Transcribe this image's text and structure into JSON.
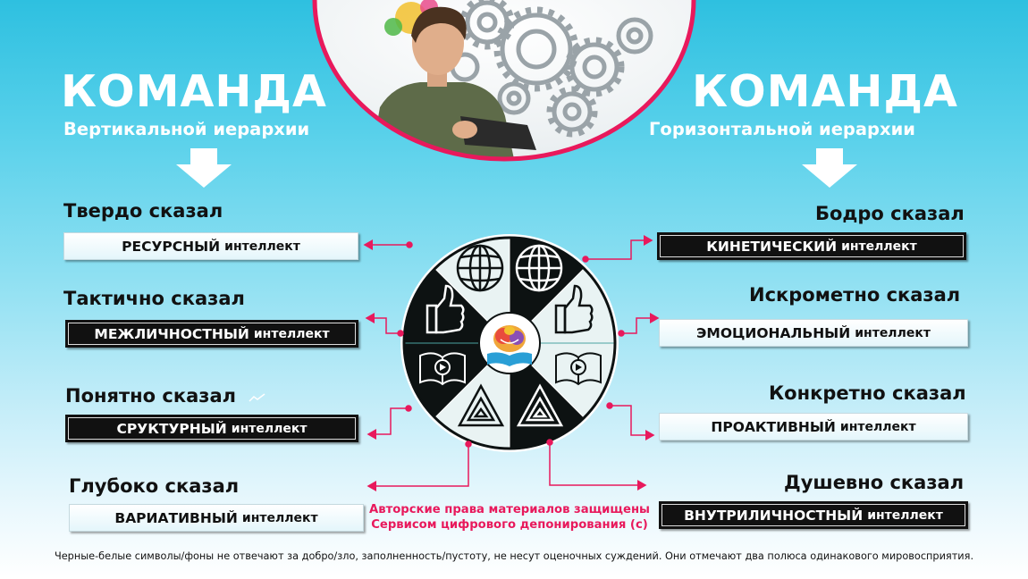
{
  "left": {
    "title": "КОМАНДА",
    "subtitle": "Вертикальной иерархии",
    "items": [
      {
        "said": "Твердо сказал",
        "strong": "РЕСУРСНЫЙ",
        "soft": "интеллект",
        "style": "light"
      },
      {
        "said": "Тактично сказал",
        "strong": "МЕЖЛИЧНОСТНЫЙ",
        "soft": "интеллект",
        "style": "dark"
      },
      {
        "said": "Понятно сказал",
        "strong": "СРУКТУРНЫЙ",
        "soft": "интеллект",
        "style": "dark"
      },
      {
        "said": "Глубоко сказал",
        "strong": "ВАРИАТИВНЫЙ",
        "soft": "интеллект",
        "style": "light"
      }
    ]
  },
  "right": {
    "title": "КОМАНДА",
    "subtitle": "Горизонтальной иерархии",
    "items": [
      {
        "said": "Бодро сказал",
        "strong": "КИНЕТИЧЕСКИЙ",
        "soft": "интеллект",
        "style": "dark"
      },
      {
        "said": "Искрометно сказал",
        "strong": "ЭМОЦИОНАЛЬНЫЙ",
        "soft": "интеллект",
        "style": "light"
      },
      {
        "said": "Конкретно сказал",
        "strong": "ПРОАКТИВНЫЙ",
        "soft": "интеллект",
        "style": "light"
      },
      {
        "said": "Душевно сказал",
        "strong": "ВНУТРИЛИЧНОСТНЫЙ",
        "soft": "интеллект",
        "style": "dark"
      }
    ]
  },
  "wheel_icons": [
    "globe-icon",
    "globe-icon",
    "thumbs-up-icon",
    "thumbs-up-icon",
    "video-book-icon",
    "video-book-icon",
    "triangle-icon",
    "triangle-icon",
    "brain-book-icon"
  ],
  "copyright": {
    "line1": "Авторские права материалов защищены",
    "line2": "Сервисом цифрового депонирования (c)"
  },
  "footnote": "Черные-белые символы/фоны не отвечают за добро/зло, заполненность/пустоту, не несут оценочных суждений. Они отмечают два полюса одинакового мировосприятия.",
  "colors": {
    "background_top": "#2ec0e0",
    "background_bottom": "#ffffff",
    "accent": "#e8195c",
    "dark": "#111111"
  }
}
